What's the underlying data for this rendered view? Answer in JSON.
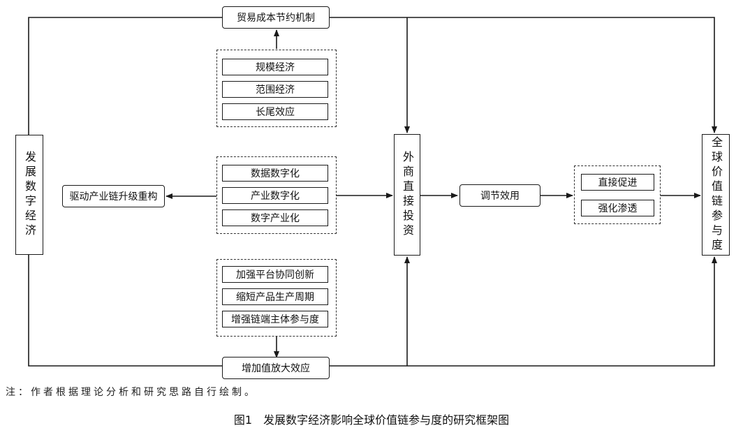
{
  "nodes": {
    "develop_digital_economy": "发展数字经济",
    "fdi": "外商直接投资",
    "gvc_participation": "全球价值链参与度",
    "trade_cost": "贸易成本节约机制",
    "value_added": "增加值放大效应",
    "upgrade": "驱动产业链升级重构",
    "moderation": "调节效用"
  },
  "group_top": [
    "规模经济",
    "范围经济",
    "长尾效应"
  ],
  "group_mid": [
    "数据数字化",
    "产业数字化",
    "数字产业化"
  ],
  "group_bottom": [
    "加强平台协同创新",
    "缩短产品生产周期",
    "增强链端主体参与度"
  ],
  "group_right": [
    "直接促进",
    "强化渗透"
  ],
  "note": "注：作者根据理论分析和研究思路自行绘制。",
  "caption": "图1　发展数字经济影响全球价值链参与度的研究框架图"
}
